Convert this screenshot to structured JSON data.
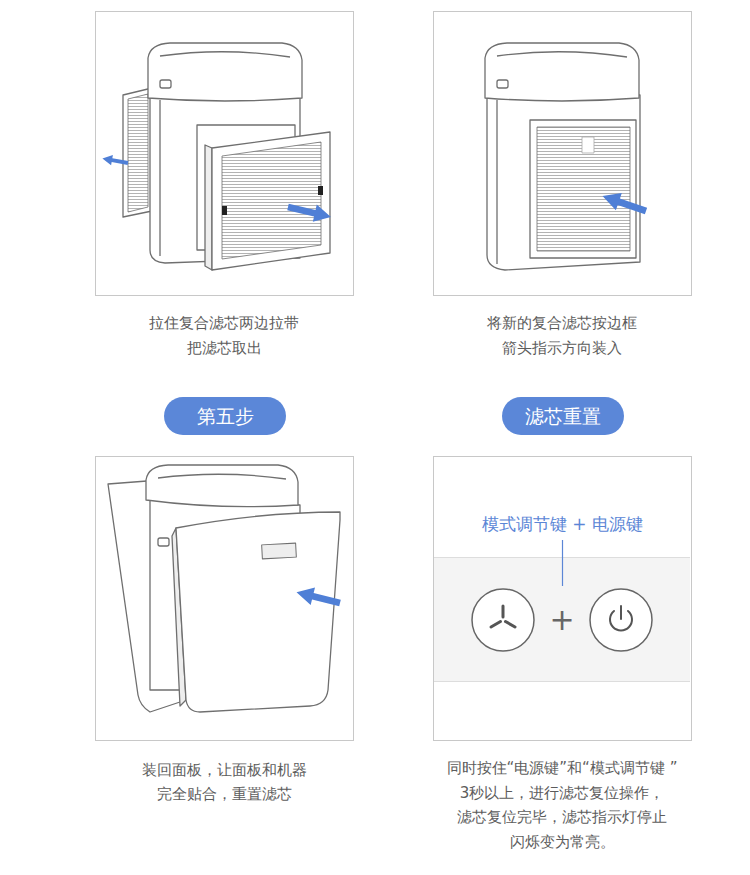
{
  "diagram": {
    "nodes": [
      {
        "text": [
          "第五步"
        ]
      },
      {
        "text": [
          "滤芯重置"
        ]
      },
      {
        "text": [
          "模式调节键 + 电源键"
        ]
      }
    ],
    "labels": [
      "拉住复合滤芯两边拉带 把滤芯取出",
      "将新的复合滤芯按边框 箭头指示方向装入",
      "装回面板，让面板和机器 完全贴合，重置滤芯",
      "+",
      "同时按住“电源键”和“模式调节键 ”3秒以上，进行滤芯复位操作， 滤芯复位完毕，滤芯指示灯停止 闪烁变为常亮。"
    ]
  }
}
